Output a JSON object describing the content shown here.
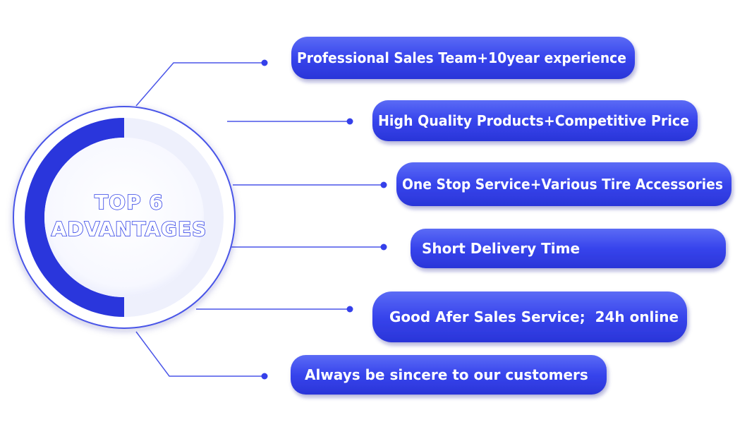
{
  "title": {
    "line1": "TOP 6",
    "line2": "ADVANTAGES"
  },
  "colors": {
    "pill": "#3540ea",
    "pill_light": "#5a6af4",
    "line": "#4a55e8",
    "ring_dark": "#2430d6",
    "ring_light": "#e8ebfb"
  },
  "advantages": [
    "Professional Sales Team+10year experience",
    "High Quality Products+Competitive Price",
    "One Stop Service+Various Tire Accessories",
    "Short Delivery Time",
    "Good Afer Sales Service;  24h online",
    "Always be sincere to our customers"
  ]
}
